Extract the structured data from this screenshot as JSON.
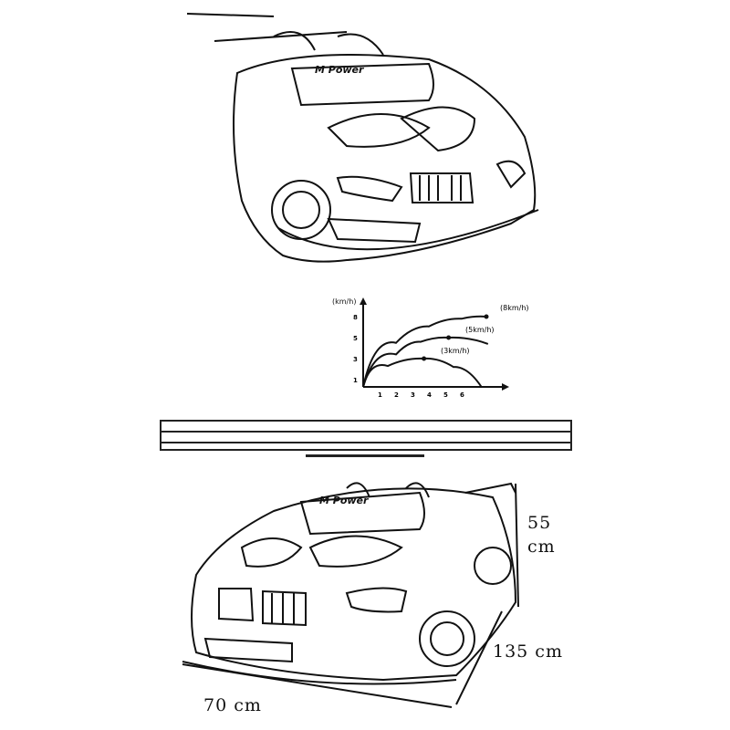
{
  "top_car": {
    "badge_text": "M Power"
  },
  "chart_data": {
    "type": "line",
    "ylabel": "(km/h)",
    "xlabel": "",
    "x_ticks": [
      "1",
      "2",
      "3",
      "4",
      "5",
      "6"
    ],
    "y_ticks": [
      1,
      3,
      5,
      8
    ],
    "series": [
      {
        "name": "(8km/h)",
        "peak": [
          7.5,
          8
        ],
        "points": [
          [
            0,
            0
          ],
          [
            2,
            4.5
          ],
          [
            4,
            6.6
          ],
          [
            6,
            7.7
          ],
          [
            7.5,
            8
          ]
        ]
      },
      {
        "name": "(5km/h)",
        "peak": [
          5.2,
          5
        ],
        "points": [
          [
            0,
            0
          ],
          [
            2,
            3.4
          ],
          [
            3.5,
            4.6
          ],
          [
            5.2,
            5
          ],
          [
            7.6,
            4.4
          ]
        ]
      },
      {
        "name": "(3km/h)",
        "peak": [
          3.7,
          3
        ],
        "points": [
          [
            0,
            0
          ],
          [
            1.5,
            2.3
          ],
          [
            3.7,
            3
          ],
          [
            5.5,
            2.2
          ],
          [
            7.2,
            0
          ]
        ]
      }
    ]
  },
  "bottom_car": {
    "badge_text": "M Power"
  },
  "dimensions": {
    "height": "55",
    "height_unit": "cm",
    "length": "135 cm",
    "width": "70 cm"
  }
}
